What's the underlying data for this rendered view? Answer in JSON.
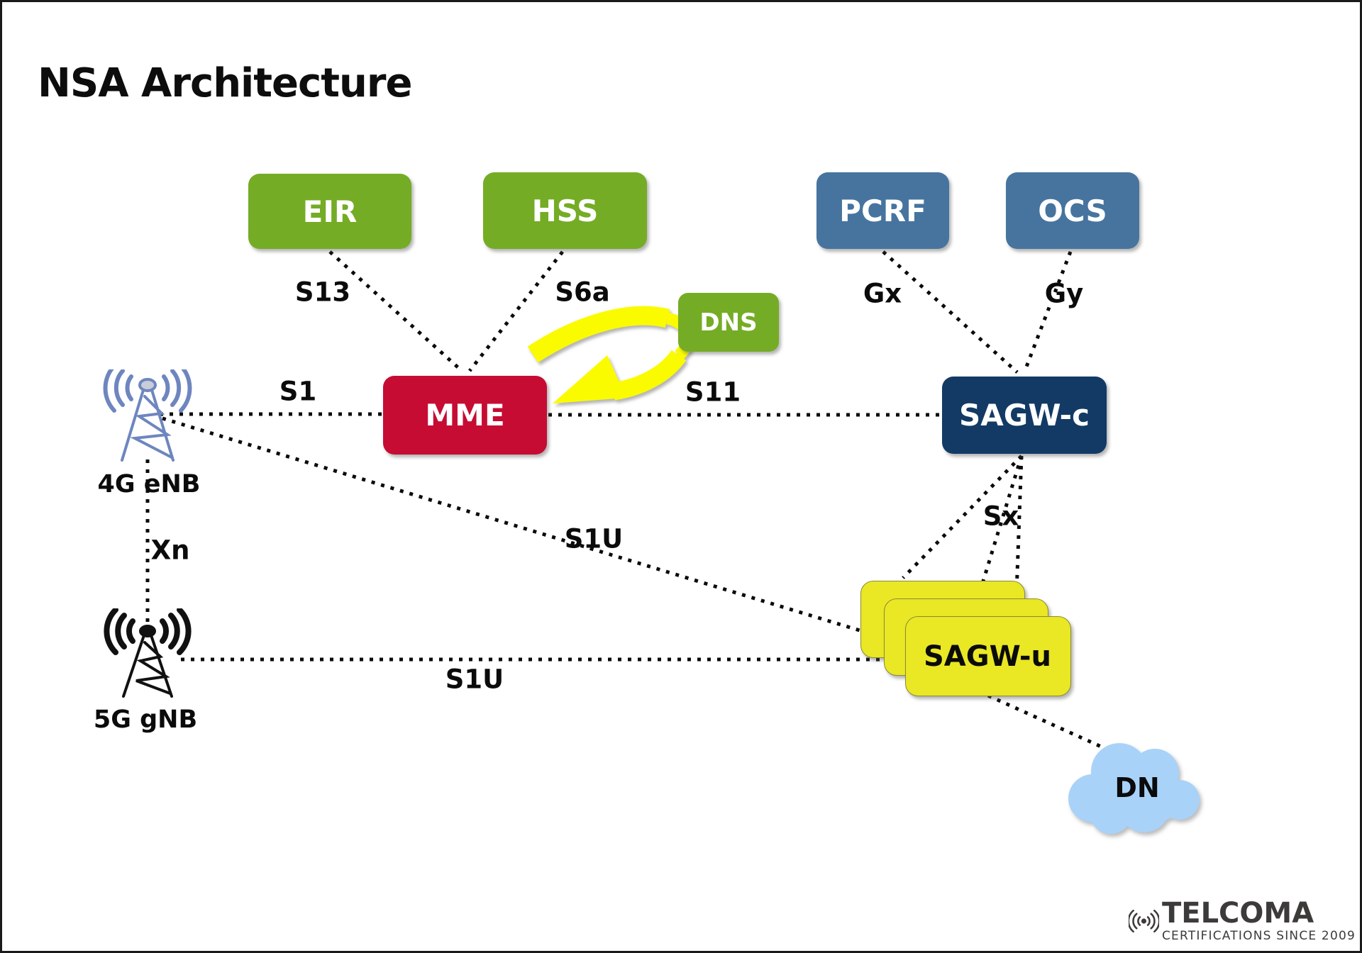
{
  "title": "NSA Architecture",
  "nodes": {
    "eir": {
      "label": "EIR",
      "color": "#75AC25"
    },
    "hss": {
      "label": "HSS",
      "color": "#75AC25"
    },
    "dns": {
      "label": "DNS",
      "color": "#75AC25"
    },
    "pcrf": {
      "label": "PCRF",
      "color": "#46749F"
    },
    "ocs": {
      "label": "OCS",
      "color": "#46749F"
    },
    "mme": {
      "label": "MME",
      "color": "#C60C33"
    },
    "sagw_c": {
      "label": "SAGW-c",
      "color": "#123A64"
    },
    "sagw_u": {
      "label": "SAGW-u",
      "color": "#EAE724"
    },
    "dn_cloud": {
      "label": "DN",
      "color": "#A9D2F8"
    },
    "enb_4g": {
      "label": "4G eNB",
      "color": "#6E86BF"
    },
    "gnb_5g": {
      "label": "5G gNB",
      "color": "#111111"
    }
  },
  "interfaces": {
    "s13": "S13",
    "s6a": "S6a",
    "gx": "Gx",
    "gy": "Gy",
    "s1": "S1",
    "s11": "S11",
    "xn": "Xn",
    "s1u_enb": "S1U",
    "s1u_gnb": "S1U",
    "sx": "Sx"
  },
  "arrow_color": "#FBFB00",
  "line_color": "#0b0b0b",
  "logo": {
    "brand": "TELCOMA",
    "tagline": "CERTIFICATIONS SINCE 2009"
  }
}
